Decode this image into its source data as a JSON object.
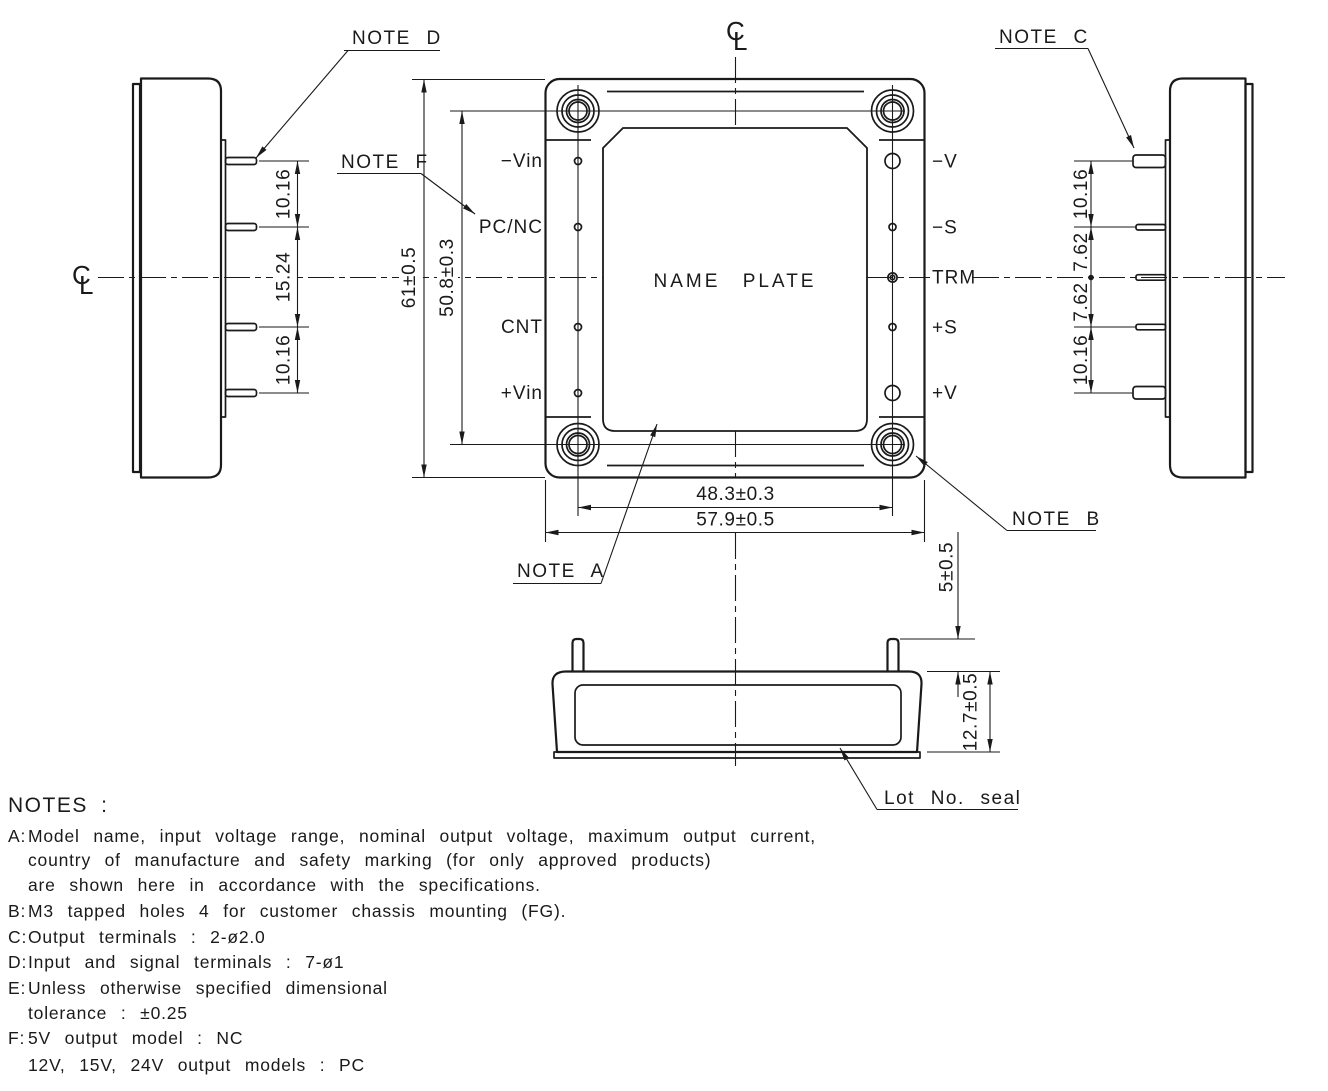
{
  "views": {
    "front": {
      "name_plate": "NAME PLATE",
      "left_terminals": [
        "−Vin",
        "PC/NC",
        "CNT",
        "+Vin"
      ],
      "right_terminals": [
        "−V",
        "−S",
        "TRM",
        "+S",
        "+V"
      ]
    },
    "centerline_symbol": {
      "c": "C",
      "l": "L"
    }
  },
  "dimensions": {
    "overall_height": "61±0.5",
    "mount_hole_pitch": "50.8±0.3",
    "terminal_span": "48.3±0.3",
    "overall_width": "57.9±0.5",
    "terminal_length": "5±0.5",
    "case_height": "12.7±0.5",
    "left_pitch": [
      "10.16",
      "15.24",
      "10.16"
    ],
    "right_pitch": [
      "10.16",
      "7.62",
      "7.62",
      "10.16"
    ]
  },
  "callouts": {
    "note_a": "NOTE A",
    "note_b": "NOTE B",
    "note_c": "NOTE C",
    "note_d": "NOTE D",
    "note_f": "NOTE F",
    "lot_seal": "Lot No. seal"
  },
  "notes": {
    "title": "NOTES :",
    "lines": [
      {
        "label": "A:",
        "text": "Model name, input voltage range, nominal output voltage, maximum output current,"
      },
      {
        "label": "",
        "text": "country of manufacture and safety marking (for only approved products)"
      },
      {
        "label": "",
        "text": "are shown here in accordance with the specifications."
      },
      {
        "label": "B:",
        "text": "M3 tapped holes 4 for customer chassis mounting (FG)."
      },
      {
        "label": "C:",
        "text": "Output terminals : 2-ø2.0"
      },
      {
        "label": "D:",
        "text": "Input and signal terminals : 7-ø1"
      },
      {
        "label": "E:",
        "text": "Unless otherwise specified dimensional"
      },
      {
        "label": "",
        "text": "tolerance : ±0.25"
      },
      {
        "label": "F:",
        "text": "5V output model : NC"
      },
      {
        "label": "",
        "text": "12V, 15V, 24V output models : PC"
      }
    ]
  },
  "colors": {
    "line": "#1a1a1a",
    "background": "#ffffff"
  }
}
